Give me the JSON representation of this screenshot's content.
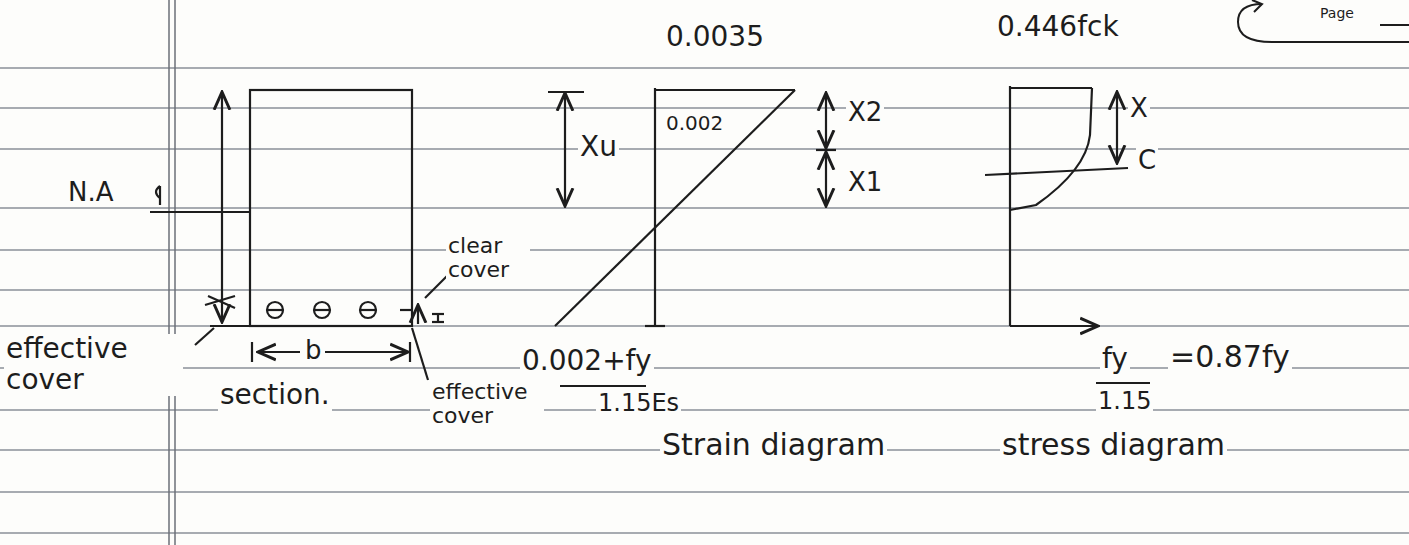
{
  "diagram": {
    "labels": [
      "Page",
      "0.0035",
      "0.446fck",
      "N.A",
      "Xu",
      "0.002",
      "X2",
      "X1",
      "X",
      "C",
      "clear cover",
      "effective cover",
      "b",
      "section.",
      "effective cover",
      "0.002+fy",
      "1.15Es",
      "fy",
      "1.15",
      "=0.87fy",
      "Strain diagram",
      "stress diagram"
    ]
  }
}
